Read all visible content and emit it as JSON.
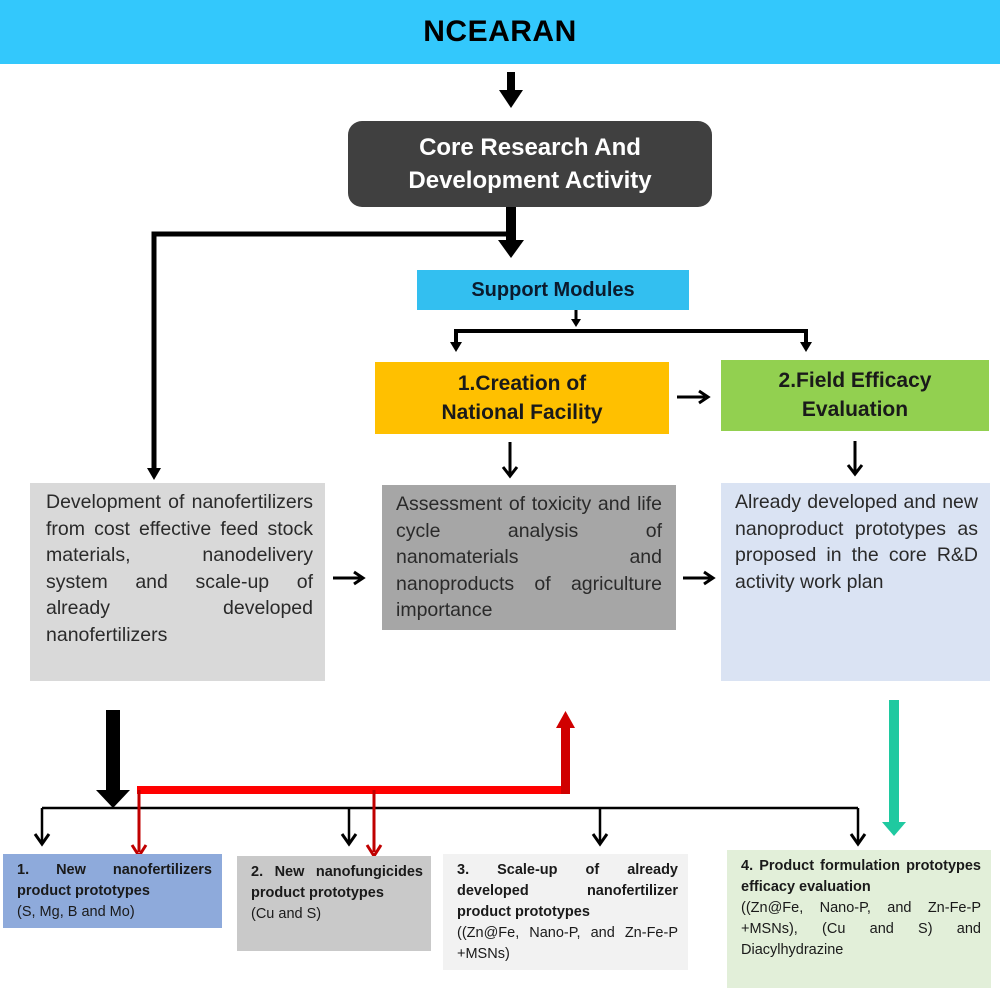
{
  "header": {
    "title": "NCEARAN",
    "color": "#33c8fc"
  },
  "core": {
    "line1": "Core Research And",
    "line2": "Development Activity",
    "color": "#404040"
  },
  "support": {
    "label": "Support Modules",
    "color": "#33bff0"
  },
  "modules": [
    {
      "line1": "1.Creation of",
      "line2": "National Facility",
      "color": "#ffc000"
    },
    {
      "line1": "2.Field Efficacy",
      "line2": "Evaluation",
      "color": "#92d050"
    }
  ],
  "descriptions": [
    {
      "text": "Development of nanofertilizers from cost effective feed stock materials, nanodelivery system and scale-up of already developed nanofertilizers",
      "color": "#d9d9d9"
    },
    {
      "text": "Assessment of toxicity and life cycle analysis of nanomaterials and nanoproducts of agriculture importance",
      "color": "#a6a6a6"
    },
    {
      "text": "Already developed and new nanoproduct prototypes as proposed in the core R&D activity work plan",
      "color": "#dae3f3"
    }
  ],
  "outputs": [
    {
      "title": "1. New nanofertilizers product prototypes",
      "detail": "(S, Mg, B and Mo)",
      "color": "#8eaadb"
    },
    {
      "title": "2. New nanofungicides product prototypes",
      "detail": "(Cu and S)",
      "color": "#c9c9c9"
    },
    {
      "title": "3. Scale-up of already developed nanofertilizer product prototypes",
      "detail": "((Zn@Fe, Nano-P, and Zn-Fe-P +MSNs)",
      "color": "#f2f2f2"
    },
    {
      "title": "4. Product formulation prototypes efficacy evaluation",
      "detail": "((Zn@Fe, Nano-P, and Zn-Fe-P +MSNs), (Cu and S) and Diacylhydrazine",
      "color": "#e2efd9"
    }
  ],
  "connector_colors": {
    "black": "#000000",
    "red": "#d00000",
    "teal": "#1fc9a0"
  }
}
